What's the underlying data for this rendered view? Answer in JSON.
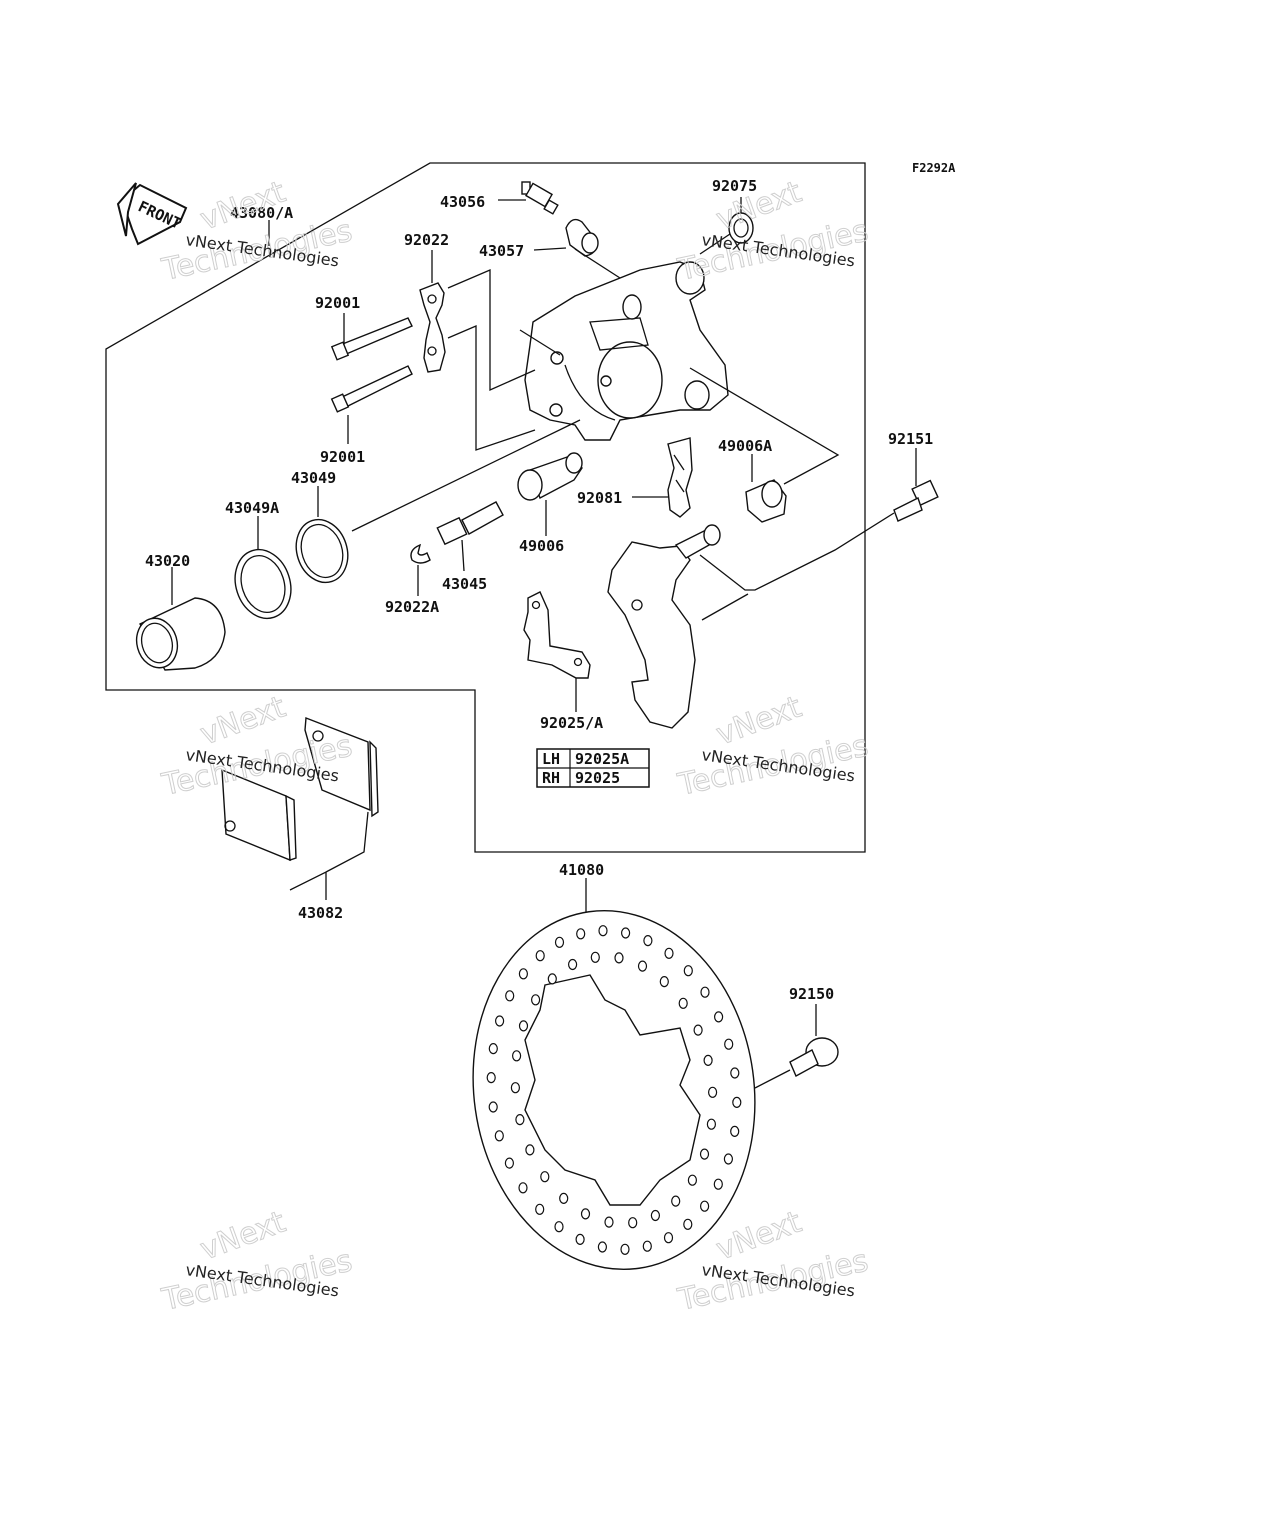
{
  "diagram_code": "F2292A",
  "front_label": "FRONT",
  "parts": {
    "p43080A": "43080/A",
    "p43056": "43056",
    "p43057": "43057",
    "p92075": "92075",
    "p92022": "92022",
    "p92001_top": "92001",
    "p92001_bottom": "92001",
    "p43049": "43049",
    "p43049A": "43049A",
    "p43020": "43020",
    "p92151": "92151",
    "p49006A": "49006A",
    "p92081": "92081",
    "p49006": "49006",
    "p43045": "43045",
    "p92022A": "92022A",
    "p92025A": "92025/A",
    "p43082": "43082",
    "p41080": "41080",
    "p92150": "92150"
  },
  "side_table": {
    "rows": [
      {
        "side": "LH",
        "part": "92025A"
      },
      {
        "side": "RH",
        "part": "92025"
      }
    ]
  },
  "watermark": {
    "line1": "vNext Technologies",
    "ghost1": "vNext",
    "ghost2": "Technologies"
  }
}
